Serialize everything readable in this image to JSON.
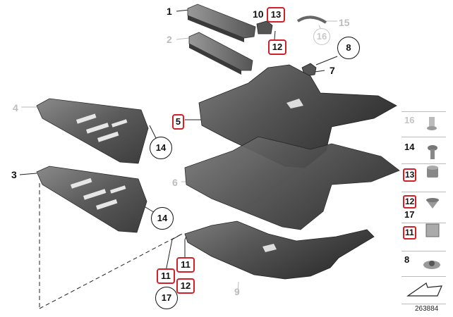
{
  "callouts": {
    "c1": "1",
    "c2": "2",
    "c3": "3",
    "c4": "4",
    "c5": "5",
    "c6": "6",
    "c7": "7",
    "c8": "8",
    "c9": "9",
    "c10": "10",
    "c13_top": "13",
    "c12_top": "12",
    "c15": "15",
    "c16": "16",
    "c14_a": "14",
    "c14_b": "14",
    "c11_a": "11",
    "c11_b": "11",
    "c12_b": "12",
    "c17": "17"
  },
  "sidebar": {
    "items": [
      {
        "label": "16",
        "style": "plain-grey"
      },
      {
        "label": "14",
        "style": "plain"
      },
      {
        "label": "13",
        "style": "red-box"
      },
      {
        "label": "12",
        "style": "red-box"
      },
      {
        "label": "17",
        "style": "plain"
      },
      {
        "label": "11",
        "style": "red-box"
      },
      {
        "label": "8",
        "style": "plain"
      }
    ]
  },
  "doc_number": "263884",
  "colors": {
    "highlight": "#d0202a",
    "part_dark": "#4a4a4a",
    "part_mid": "#6e6e6e",
    "ghost_label": "#bcbcbc"
  }
}
